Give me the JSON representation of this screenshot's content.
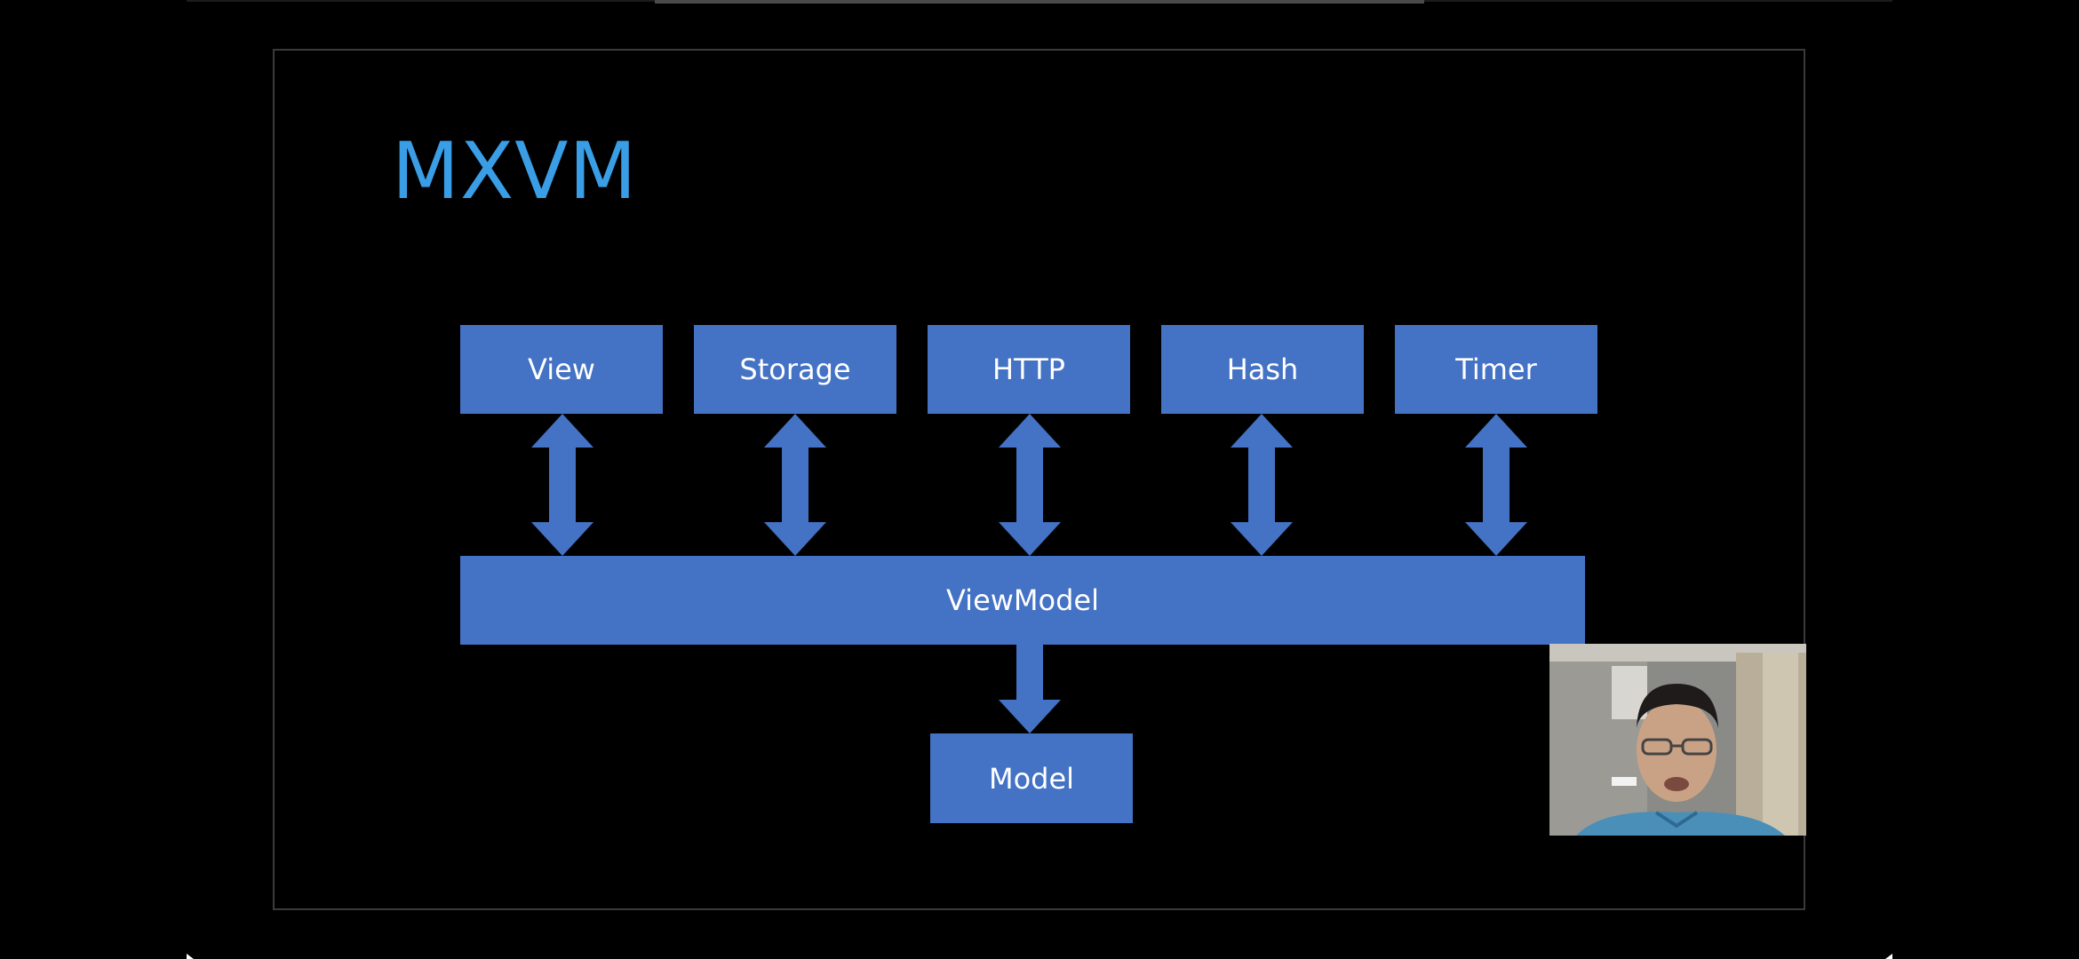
{
  "slide": {
    "title": "MXVM",
    "top_modules": [
      "View",
      "Storage",
      "HTTP",
      "Hash",
      "Timer"
    ],
    "center": "ViewModel",
    "bottom": "Model"
  },
  "colors": {
    "title": "#3a9ee6",
    "box_fill": "#4472c4",
    "box_text": "#ffffff",
    "background": "#000000"
  },
  "webcam": {
    "label": "presenter video"
  }
}
